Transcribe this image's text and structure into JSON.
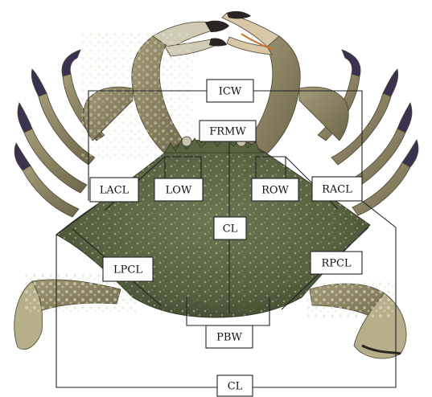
{
  "diagram": {
    "subject": "crab dorsal carapace measurement diagram",
    "colors": {
      "carapace": "#5f6a4a",
      "carapace_dark": "#3f4a33",
      "spots": "#c9cfa8",
      "claw_tip": "#2a2522",
      "claw_orange": "#c9742b",
      "leg": "#8c8463",
      "leg_tip": "#3b3150",
      "line": "#222222",
      "box_fill": "#ffffff"
    },
    "labels": {
      "icw": "ICW",
      "frmw": "FRMW",
      "low": "LOW",
      "row": "ROW",
      "lacl": "LACL",
      "racl": "RACL",
      "cl_center": "CL",
      "lpcl": "LPCL",
      "rpcl": "RPCL",
      "pbw": "PBW",
      "cl_bottom": "CL"
    }
  }
}
